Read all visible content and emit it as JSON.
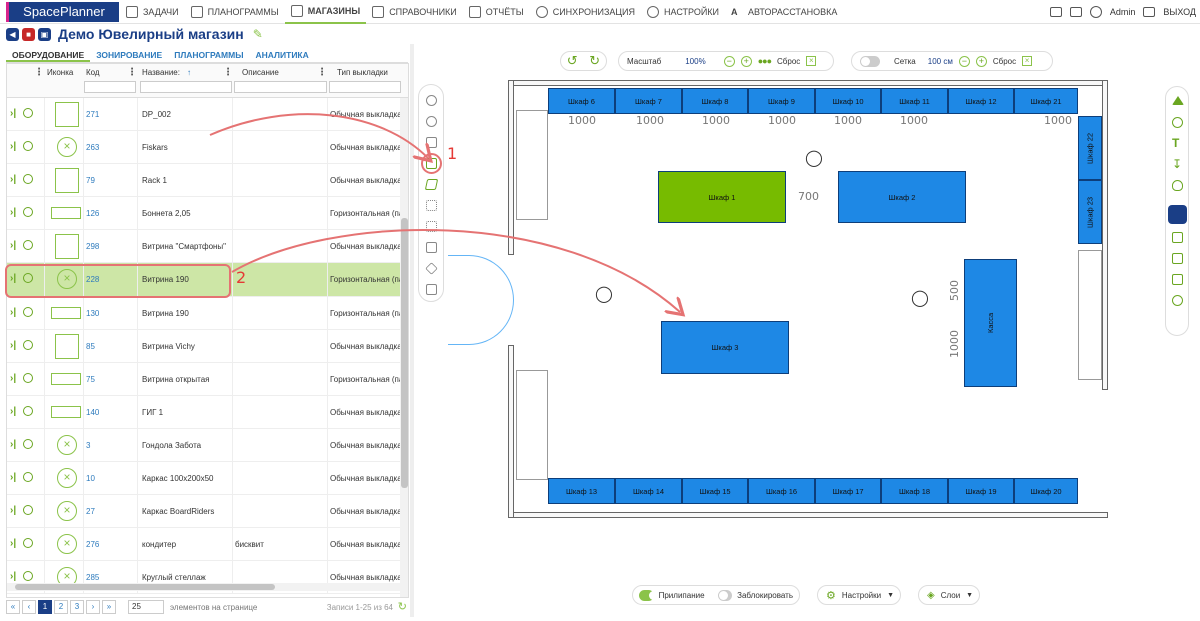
{
  "app": {
    "logo": "SpacePlanner"
  },
  "nav": [
    {
      "label": "ЗАДАЧИ",
      "icon": "tasks-icon",
      "active": false
    },
    {
      "label": "ПЛАНОГРАММЫ",
      "icon": "planogram-icon",
      "active": false
    },
    {
      "label": "МАГАЗИНЫ",
      "icon": "store-icon",
      "active": true
    },
    {
      "label": "СПРАВОЧНИКИ",
      "icon": "book-icon",
      "active": false
    },
    {
      "label": "ОТЧЁТЫ",
      "icon": "reports-icon",
      "active": false
    },
    {
      "label": "СИНХРОНИЗАЦИЯ",
      "icon": "sync-icon",
      "active": false
    },
    {
      "label": "НАСТРОЙКИ",
      "icon": "gear-icon",
      "active": false
    },
    {
      "label": "АВТОРАССТАНОВКА",
      "icon": "auto-icon",
      "active": false
    }
  ],
  "user": {
    "name": "Admin",
    "logout": "ВЫХОД"
  },
  "store": {
    "title": "Демо Ювелирный магазин"
  },
  "left_tabs": [
    {
      "label": "ОБОРУДОВАНИЕ",
      "active": true
    },
    {
      "label": "ЗОНИРОВАНИЕ",
      "active": false
    },
    {
      "label": "ПЛАНОГРАММЫ",
      "active": false
    },
    {
      "label": "АНАЛИТИКА",
      "active": false
    }
  ],
  "grid": {
    "headers": {
      "icon": "Иконка",
      "code": "Код",
      "name": "Название:",
      "desc": "Описание",
      "type": "Тип выкладки"
    },
    "rows": [
      {
        "icon": "square",
        "code": "271",
        "name": "DP_002",
        "desc": "",
        "type": "Обычная выкладка",
        "selected": false
      },
      {
        "icon": "circle",
        "code": "263",
        "name": "Fiskars",
        "desc": "",
        "type": "Обычная выкладка",
        "selected": false
      },
      {
        "icon": "square",
        "code": "79",
        "name": "Rack 1",
        "desc": "",
        "type": "Обычная выкладка",
        "selected": false
      },
      {
        "icon": "wide",
        "code": "126",
        "name": "Боннета 2,05",
        "desc": "",
        "type": "Горизонтальная (па",
        "selected": false
      },
      {
        "icon": "square",
        "code": "298",
        "name": "Витрина \"Смартфоны\"",
        "desc": "",
        "type": "Обычная выкладка",
        "selected": false
      },
      {
        "icon": "circle",
        "code": "228",
        "name": "Витрина 190",
        "desc": "",
        "type": "Горизонтальная (па",
        "selected": true
      },
      {
        "icon": "wide",
        "code": "130",
        "name": "Витрина 190",
        "desc": "",
        "type": "Горизонтальная (па",
        "selected": false
      },
      {
        "icon": "square",
        "code": "85",
        "name": "Витрина Vichy",
        "desc": "",
        "type": "Обычная выкладка",
        "selected": false
      },
      {
        "icon": "wide",
        "code": "75",
        "name": "Витрина открытая",
        "desc": "",
        "type": "Горизонтальная (па",
        "selected": false
      },
      {
        "icon": "wide",
        "code": "140",
        "name": "ГИГ 1",
        "desc": "",
        "type": "Обычная выкладка",
        "selected": false
      },
      {
        "icon": "circle",
        "code": "3",
        "name": "Гондола Забота",
        "desc": "",
        "type": "Обычная выкладка",
        "selected": false
      },
      {
        "icon": "circle",
        "code": "10",
        "name": "Каркас 100x200x50",
        "desc": "",
        "type": "Обычная выкладка",
        "selected": false
      },
      {
        "icon": "circle",
        "code": "27",
        "name": "Каркас BoardRiders",
        "desc": "",
        "type": "Обычная выкладка",
        "selected": false
      },
      {
        "icon": "circle",
        "code": "276",
        "name": "кондитер",
        "desc": "бисквит",
        "type": "Обычная выкладка",
        "selected": false
      },
      {
        "icon": "circle",
        "code": "285",
        "name": "Круглый стеллаж",
        "desc": "",
        "type": "Обычная выкладка",
        "selected": false
      }
    ]
  },
  "pager": {
    "first": "«",
    "prev": "‹",
    "pages": [
      "1",
      "2",
      "3"
    ],
    "next": "›",
    "last": "»",
    "current": "1",
    "per_page": "25",
    "per_page_label": "элементов на странице",
    "records": "Записи 1-25 из 64"
  },
  "toolbar_top": {
    "scale_label": "Масштаб",
    "scale_value": "100%",
    "reset": "Сброс",
    "grid_label": "Сетка",
    "grid_value": "100 см"
  },
  "toolbar_bottom": {
    "snap": "Прилипание",
    "lock": "Заблокировать",
    "settings": "Настройки",
    "layers": "Слои"
  },
  "annotations": [
    "1",
    "2"
  ],
  "plan": {
    "top_shelves": [
      "Шкаф 6",
      "Шкаф 7",
      "Шкаф 8",
      "Шкаф 9",
      "Шкаф 10",
      "Шкаф 11",
      "Шкаф 12",
      "Шкаф 21"
    ],
    "bottom_shelves": [
      "Шкаф 13",
      "Шкаф 14",
      "Шкаф 15",
      "Шкаф 16",
      "Шкаф 17",
      "Шкаф 18",
      "Шкаф 19",
      "Шкаф 20"
    ],
    "right_shelves": [
      "Шкаф 22",
      "Шкаф 23"
    ],
    "center": [
      {
        "label": "Шкаф 1",
        "selected": true
      },
      {
        "label": "Шкаф 2",
        "selected": false
      },
      {
        "label": "Шкаф 3",
        "selected": false
      },
      {
        "label": "Касса",
        "selected": false
      }
    ],
    "dims": [
      "1000",
      "1000",
      "1000",
      "1000",
      "1000",
      "1000",
      "1000",
      "700",
      "500",
      "1000"
    ]
  },
  "colors": {
    "accent": "#8bc34a",
    "brand": "#1a3e86",
    "shelf": "#1e88e5",
    "selected_shelf": "#77bb00",
    "arrow": "#e57373"
  }
}
